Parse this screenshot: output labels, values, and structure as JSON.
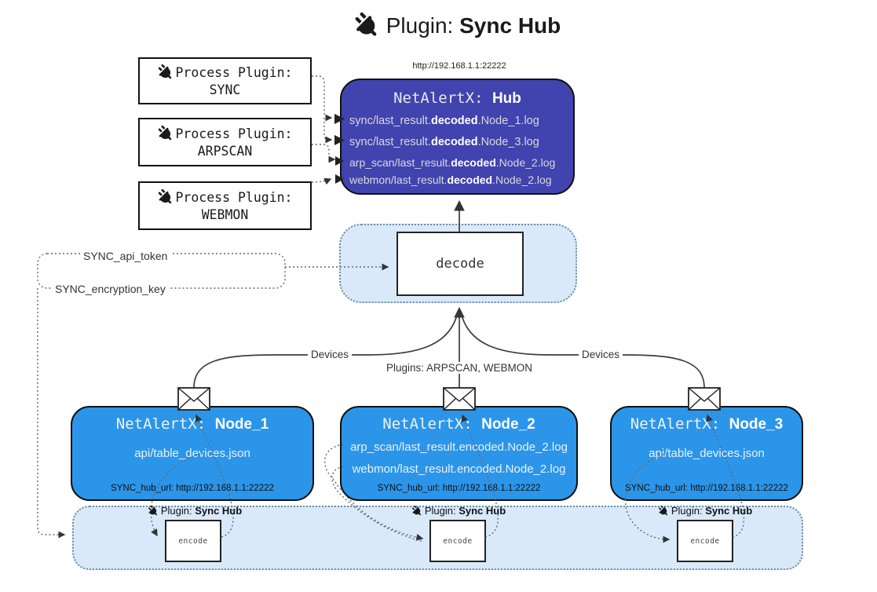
{
  "title": {
    "prefix": "Plugin: ",
    "bold": "Sync Hub"
  },
  "hub": {
    "url_label": "http://192.168.1.1:22222",
    "name_prefix": "NetAlertX: ",
    "name_bold": "Hub",
    "lines": [
      {
        "pre": "sync/last_result.",
        "bold": "decoded",
        "post": ".Node_1.log"
      },
      {
        "pre": "sync/last_result.",
        "bold": "decoded",
        "post": ".Node_3.log"
      },
      {
        "pre": "arp_scan/last_result.",
        "bold": "decoded",
        "post": ".Node_2.log"
      },
      {
        "pre": "webmon/last_result.",
        "bold": "decoded",
        "post": ".Node_2.log"
      }
    ]
  },
  "process_plugins": [
    {
      "label": "Process Plugin:",
      "name": "SYNC"
    },
    {
      "label": "Process Plugin:",
      "name": "ARPSCAN"
    },
    {
      "label": "Process Plugin:",
      "name": "WEBMON"
    }
  ],
  "decode": {
    "label": "decode"
  },
  "tokens": {
    "api_token": "SYNC_api_token",
    "encryption_key": "SYNC_encryption_key"
  },
  "edges": {
    "devices_left": "Devices",
    "devices_right": "Devices",
    "plugins_center": "Plugins: ARPSCAN, WEBMON"
  },
  "nodes": [
    {
      "name_prefix": "NetAlertX: ",
      "name_bold": "Node_1",
      "lines": [
        "api/table_devices.json"
      ],
      "hub_url": "SYNC_hub_url: http://192.168.1.1:22222"
    },
    {
      "name_prefix": "NetAlertX: ",
      "name_bold": "Node_2",
      "lines": [
        "arp_scan/last_result.encoded.Node_2.log",
        "webmon/last_result.encoded.Node_2.log"
      ],
      "hub_url": "SYNC_hub_url: http://192.168.1.1:22222"
    },
    {
      "name_prefix": "NetAlertX: ",
      "name_bold": "Node_3",
      "lines": [
        "api/table_devices.json"
      ],
      "hub_url": "SYNC_hub_url: http://192.168.1.1:22222"
    }
  ],
  "encode_stations": [
    {
      "label_prefix": "Plugin: ",
      "label_bold": "Sync Hub",
      "box_label": "encode"
    },
    {
      "label_prefix": "Plugin: ",
      "label_bold": "Sync Hub",
      "box_label": "encode"
    },
    {
      "label_prefix": "Plugin: ",
      "label_bold": "Sync Hub",
      "box_label": "encode"
    }
  ],
  "colors": {
    "hub_fill": "#4143ae",
    "node_fill": "#2b95ea",
    "band_fill": "#d9e9f9",
    "band_border": "#6f8ba3",
    "line": "#3d3d3d"
  }
}
